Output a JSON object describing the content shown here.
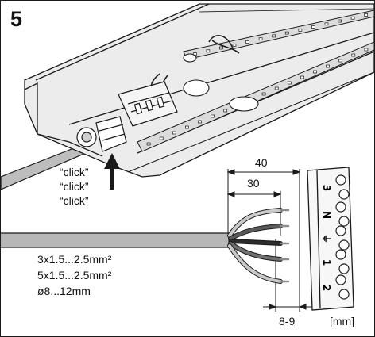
{
  "step_number": "5",
  "click_labels": [
    "“click”",
    "“click”",
    "“click”"
  ],
  "cable_specs": [
    "3x1.5...2.5mm²",
    "5x1.5...2.5mm²",
    "ø8...12mm"
  ],
  "dimensions": {
    "outer": "40",
    "inner": "30",
    "strip": "8-9"
  },
  "unit": "[mm]",
  "terminal_labels": [
    "3",
    "N",
    "⏚",
    "1",
    "2"
  ],
  "colors": {
    "line": "#1a1a1a",
    "housing": "#e9e9e9",
    "led": "#d9d9d9",
    "cable": "#b7b7b7"
  }
}
